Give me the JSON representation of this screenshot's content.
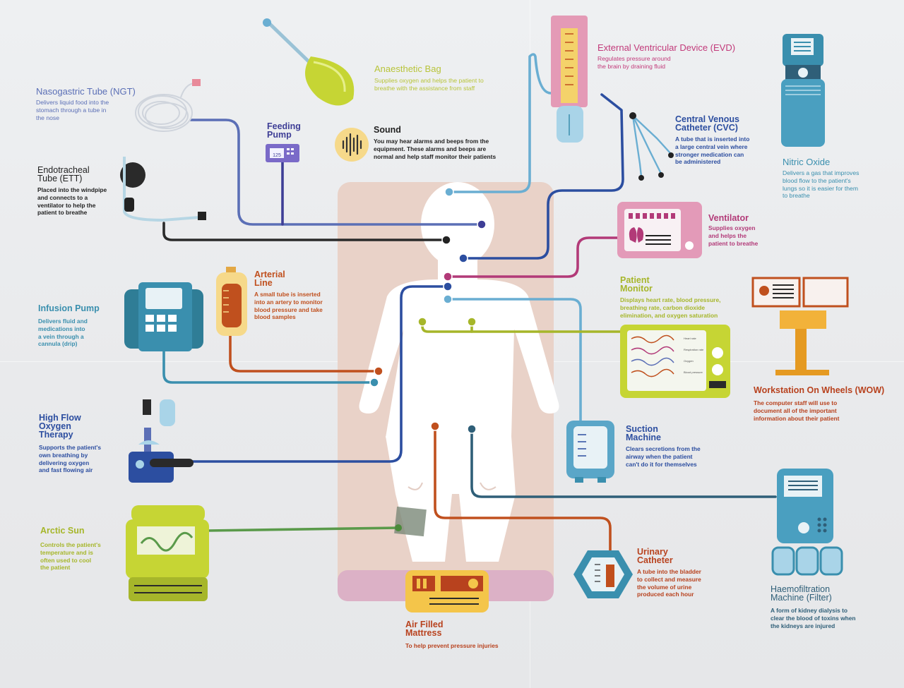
{
  "labels": {
    "ngt": {
      "title": "Nasogastric Tube (NGT)",
      "desc": "Delivers liquid food into the\nstomach through a tube in\nthe nose"
    },
    "anaesthetic": {
      "title": "Anaesthetic Bag",
      "desc": "Supplies oxygen and helps the patient to\nbreathe with the assistance from staff"
    },
    "evd": {
      "title": "External Ventricular Device (EVD)",
      "desc": "Regulates pressure around\nthe brain by draining fluid"
    },
    "nitric": {
      "title": "Nitric Oxide",
      "desc": "Delivers a gas that improves\nblood flow to the patient's\nlungs so it is easier for them\nto breathe"
    },
    "feeding": {
      "title": "Feeding\nPump",
      "screen": "125"
    },
    "sound": {
      "title": "Sound",
      "desc": "You may hear alarms and beeps from the\nequipment. These alarms and beeps are\nnormal and help staff monitor their patients"
    },
    "cvc": {
      "title": "Central Venous\nCatheter (CVC)",
      "desc": "A tube that is inserted into\na large central vein where\nstronger medication can\nbe administered"
    },
    "ett": {
      "title": "Endotracheal\nTube (ETT)",
      "desc": "Placed into the windpipe\nand connects to a\nventilator to help the\npatient to breathe"
    },
    "ventilator": {
      "title": "Ventilator",
      "desc": "Supplies oxygen\nand helps the\npatient to breathe"
    },
    "arterial": {
      "title": "Arterial\nLine",
      "desc": "A small tube is inserted\ninto an artery to monitor\nblood pressure and take\nblood samples"
    },
    "patientmonitor": {
      "title": "Patient\nMonitor",
      "desc": "Displays heart rate, blood pressure,\nbreathing rate, carbon dioxide\nelimination, and oxygen saturation",
      "traces": [
        "Heart rate",
        "Respiration rate",
        "Oxygen",
        "Blood pressure"
      ]
    },
    "infusion": {
      "title": "Infusion Pump",
      "desc": "Delivers fluid and\nmedications into\na vein through a\ncannula (drip)"
    },
    "wow": {
      "title": "Workstation On Wheels (WOW)",
      "desc": "The computer staff will use to\ndocument all of the important\ninformation about their patient"
    },
    "hfot": {
      "title": "High Flow\nOxygen\nTherapy",
      "desc": "Supports the patient's\nown breathing by\ndelivering oxygen\nand fast flowing air"
    },
    "suction": {
      "title": "Suction\nMachine",
      "desc": "Clears secretions from the\nairway when the patient\ncan't do it for themselves"
    },
    "arctic": {
      "title": "Arctic Sun",
      "desc": "Controls the patient's\ntemperature and is\noften used to cool\nthe patient"
    },
    "urinary": {
      "title": "Urinary\nCatheter",
      "desc": "A tube into the bladder\nto collect and measure\nthe volume of urine\nproduced each hour"
    },
    "haemo": {
      "title": "Haemofiltration\nMachine (Filter)",
      "desc": "A form of kidney dialysis to\nclear the blood of toxins when\nthe kidneys are injured"
    },
    "mattress": {
      "title": "Air Filled\nMattress",
      "desc": "To help prevent pressure injuries"
    }
  },
  "colors": {
    "ngt": "#5b6fb6",
    "anaesthetic": "#b8c43a",
    "evd": "#c23a7a",
    "nitric": "#3a8fae",
    "feeding": "#3e3e96",
    "sound": "#222222",
    "cvc": "#2c4ea0",
    "ett": "#222222",
    "ventilator": "#b23a78",
    "arterial": "#c0501e",
    "patientmonitor": "#a6b62a",
    "infusion": "#3a8fae",
    "wow": "#b8421e",
    "hfot": "#2c4ea0",
    "suction": "#2c4ea0",
    "arctic": "#a6b62a",
    "urinary": "#b8421e",
    "haemo": "#2f5f78",
    "mattress": "#b8421e",
    "body": "#ffffff",
    "bed": "#e8cfc4",
    "bedEdge": "#d8a5b8"
  }
}
